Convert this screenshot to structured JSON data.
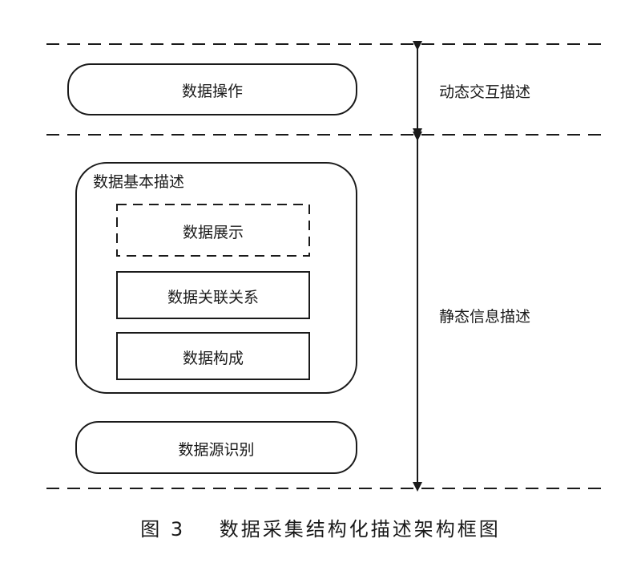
{
  "diagram": {
    "dynamic_block": {
      "label": "数据操作"
    },
    "static_group": {
      "label": "数据基本描述",
      "items": [
        {
          "label": "数据展示",
          "style": "dashed"
        },
        {
          "label": "数据关联关系",
          "style": "solid"
        },
        {
          "label": "数据构成",
          "style": "solid"
        }
      ]
    },
    "source_block": {
      "label": "数据源识别"
    },
    "right_labels": {
      "dynamic": "动态交互描述",
      "static": "静态信息描述"
    }
  },
  "caption": {
    "figure_no": "图 3",
    "title": "数据采集结构化描述架构框图"
  }
}
